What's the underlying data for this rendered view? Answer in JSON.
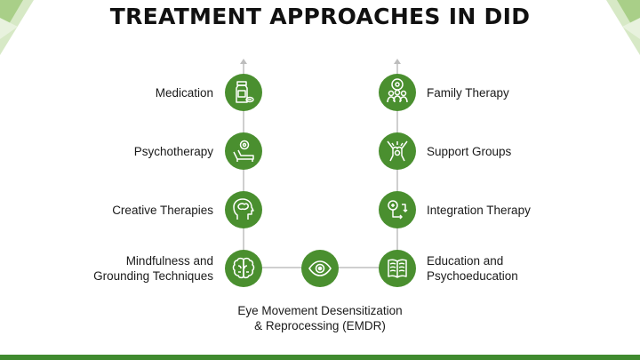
{
  "title": "TREATMENT APPROACHES IN DID",
  "left_items": [
    {
      "lines": [
        "Medication"
      ],
      "icon": "medication-bottle-icon"
    },
    {
      "lines": [
        "Psychotherapy"
      ],
      "icon": "therapy-couch-icon"
    },
    {
      "lines": [
        "Creative Therapies"
      ],
      "icon": "creative-head-icon"
    },
    {
      "lines": [
        "Mindfulness and",
        "Grounding Techniques"
      ],
      "icon": "brain-icon"
    }
  ],
  "right_items": [
    {
      "lines": [
        "Family Therapy"
      ],
      "icon": "family-group-icon"
    },
    {
      "lines": [
        "Support Groups"
      ],
      "icon": "support-hands-icon"
    },
    {
      "lines": [
        "Integration Therapy"
      ],
      "icon": "integration-cycle-icon"
    },
    {
      "lines": [
        "Education and",
        "Psychoeducation"
      ],
      "icon": "book-icon"
    }
  ],
  "center_item": {
    "lines": [
      "Eye Movement Desensitization",
      "& Reprocessing (EMDR)"
    ],
    "icon": "eye-icon"
  },
  "colors": {
    "accent": "#4a8f2f",
    "bottom_bar": "#3f8a2e",
    "corner": "#8fbf6a",
    "connector": "#cfcfcf"
  }
}
